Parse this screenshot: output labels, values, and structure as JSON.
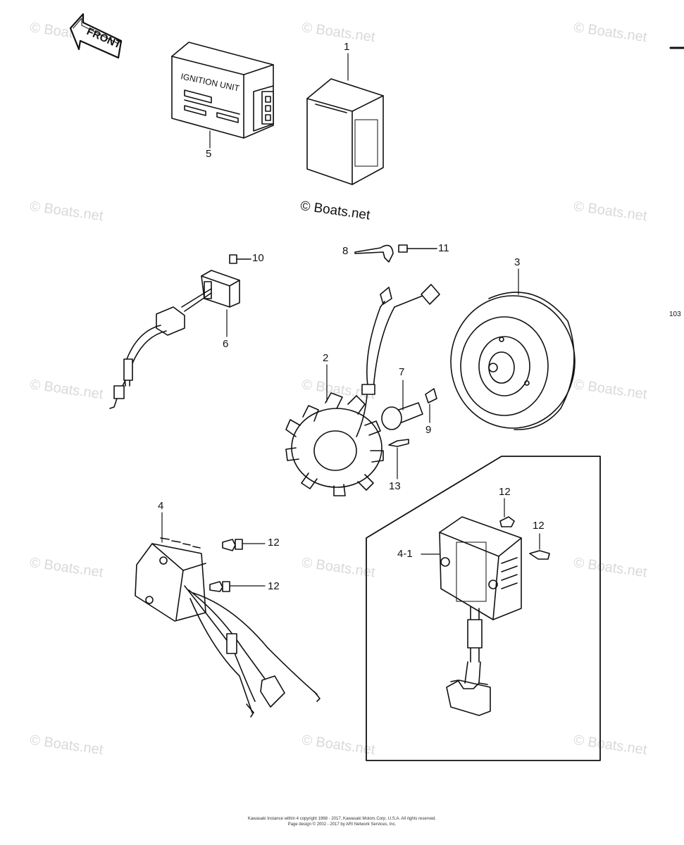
{
  "watermark": "© Boats.net",
  "center_credit": "© Boats.net",
  "front_arrow_label": "FRONT",
  "ignition_unit_label": "IGNITION UNIT",
  "side_mark": "103",
  "callouts": {
    "c1": "1",
    "c2": "2",
    "c3": "3",
    "c4": "4",
    "c41": "4-1",
    "c5": "5",
    "c6": "6",
    "c7": "7",
    "c8": "8",
    "c9": "9",
    "c10": "10",
    "c11": "11",
    "c12a": "12",
    "c12b": "12",
    "c12c": "12",
    "c12d": "12",
    "c13": "13"
  },
  "footer": {
    "line1": "Kawasaki Instance within 4 copyright 1968 - 2017, Kawasaki Motors Corp. U.S.A. All rights reserved.",
    "line2": "Page design © 2002 - 2017 by ARI Network Services, Inc."
  }
}
